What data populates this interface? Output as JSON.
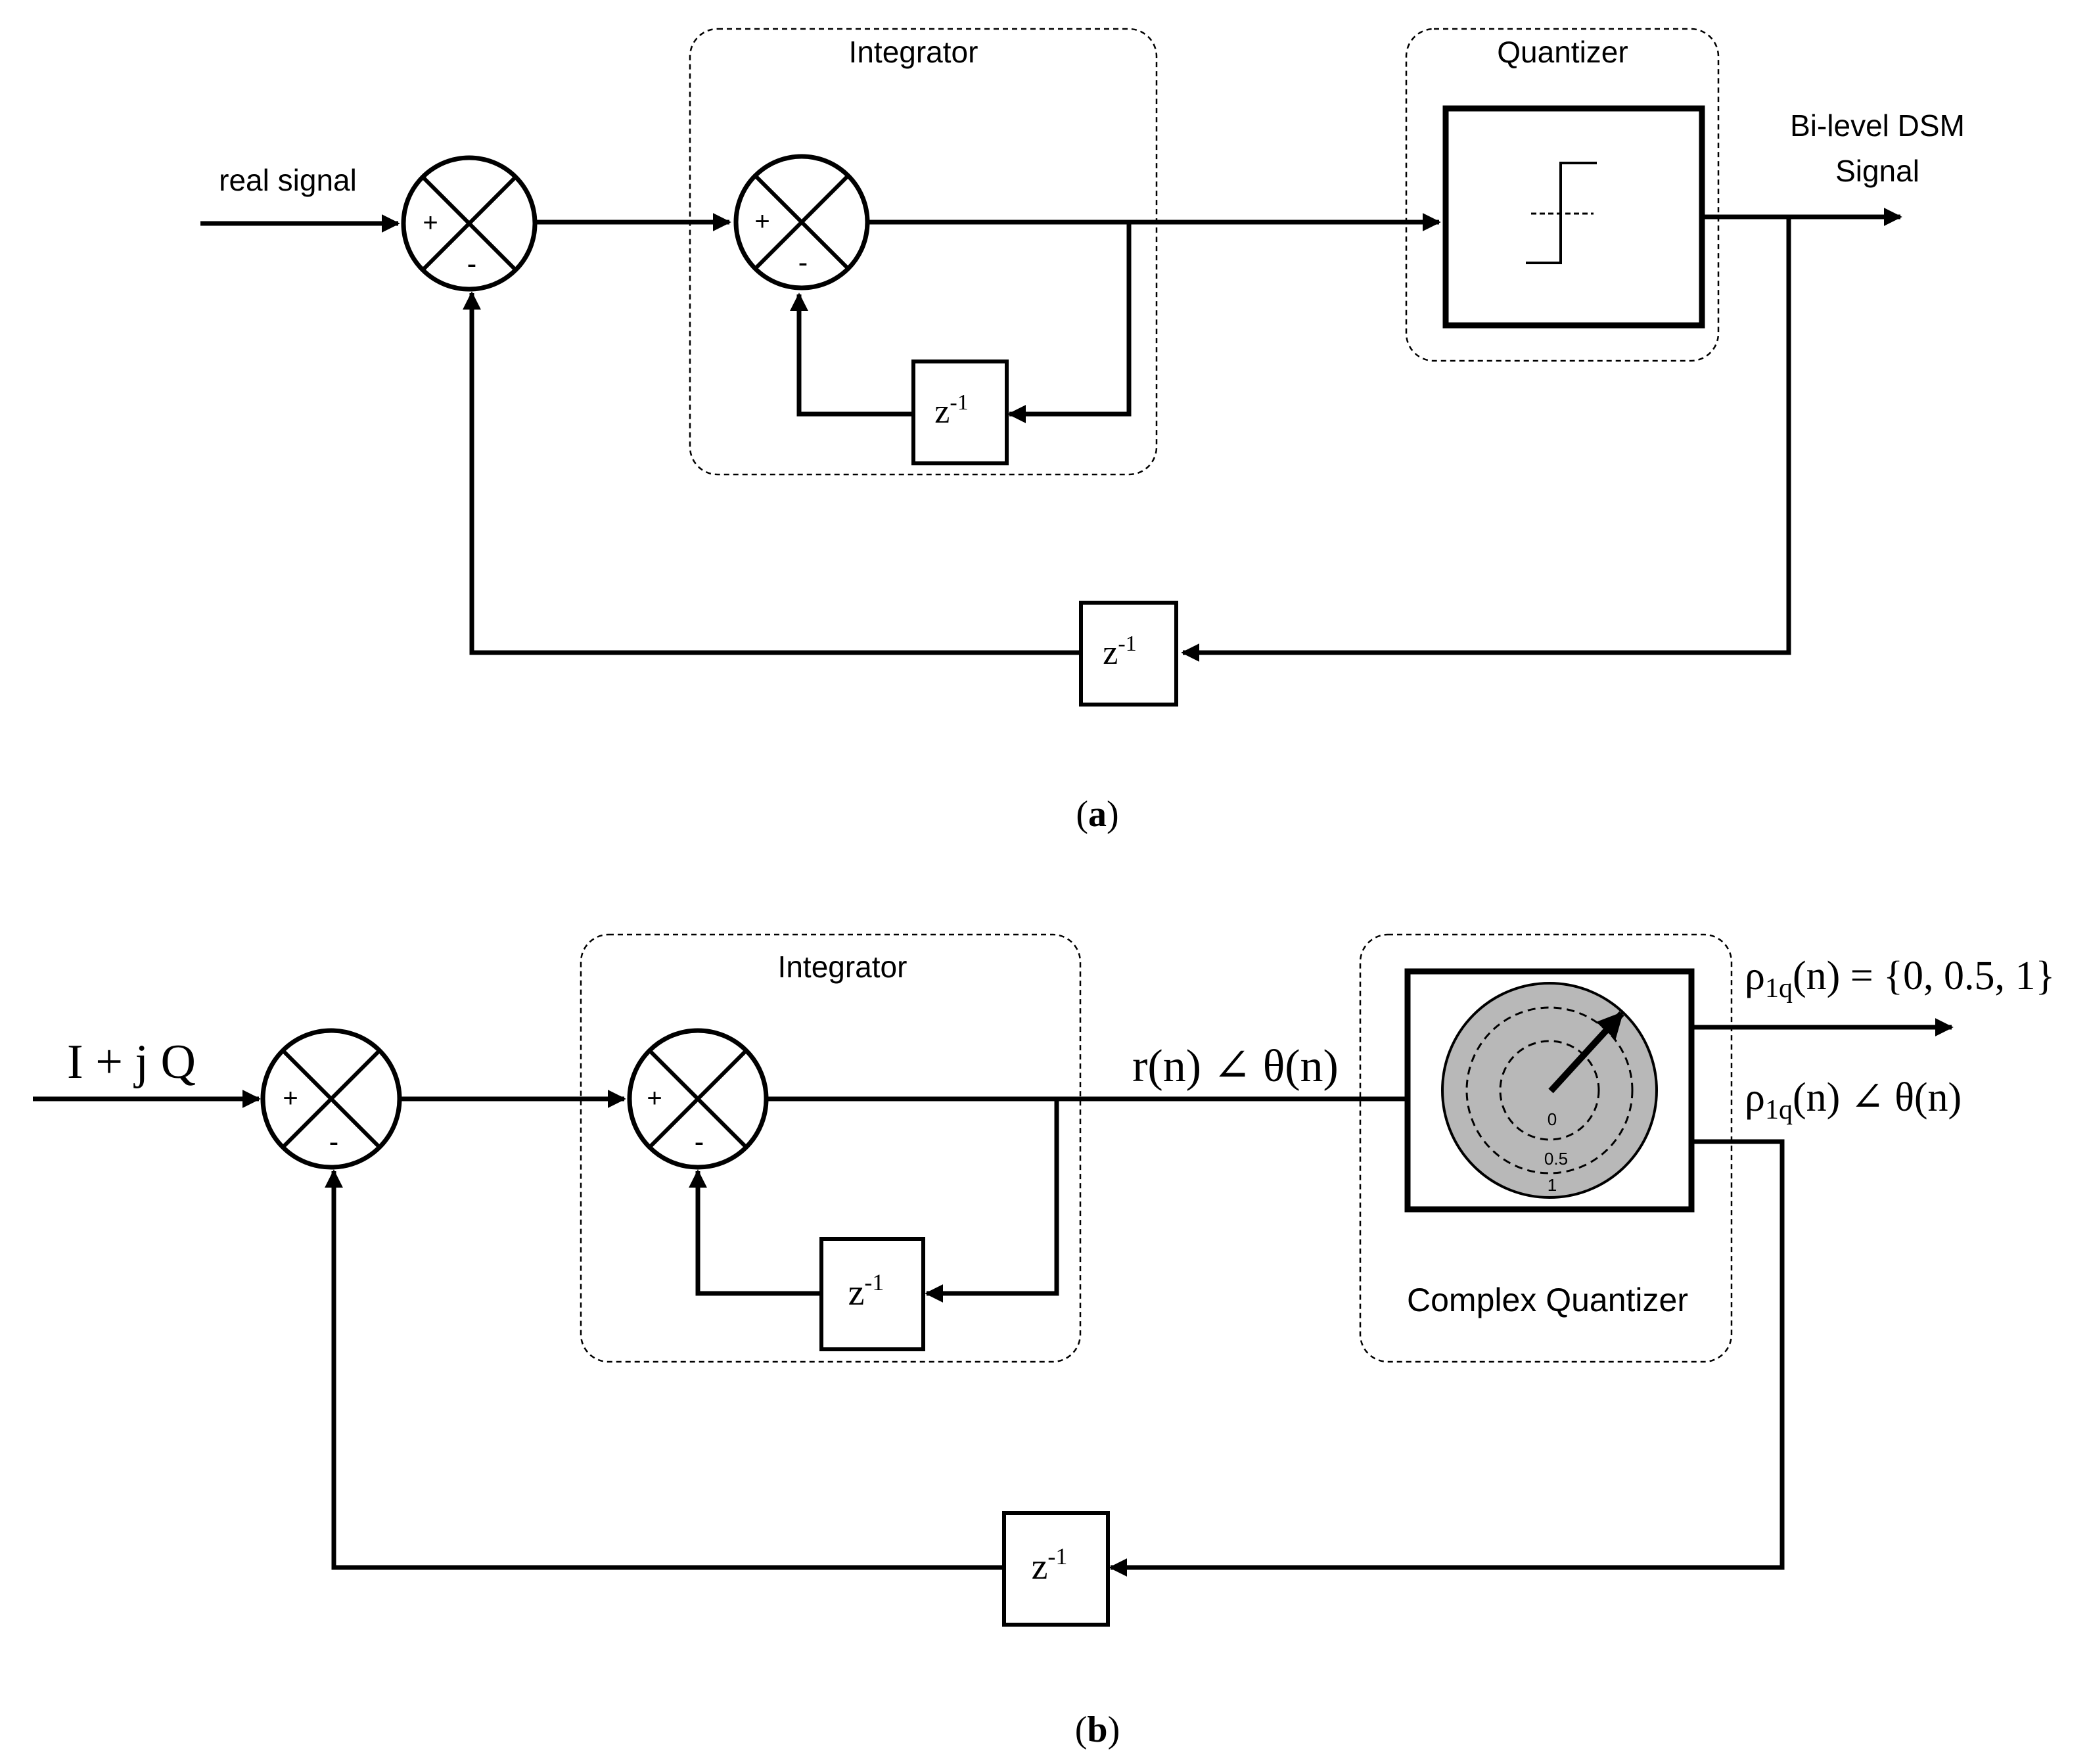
{
  "panel_a": {
    "caption_open": "(",
    "caption_letter": "a",
    "caption_close": ")",
    "input_label": "real signal",
    "integrator_label": "Integrator",
    "quantizer_label": "Quantizer",
    "output_label_line1": "Bi-level DSM",
    "output_label_line2": "Signal",
    "sum_plus": "+",
    "sum_minus": "-",
    "delay_z": "z",
    "delay_exp": "-1"
  },
  "panel_b": {
    "caption_open": "(",
    "caption_letter": "b",
    "caption_close": ")",
    "input_label": "I + j Q",
    "integrator_label": "Integrator",
    "quantizer_label": "Complex Quantizer",
    "mid_label": "r(n) ∠ θ(n)",
    "out1_rho": "ρ",
    "out1_sub": "1q",
    "out1_rest": "(n) = {0, 0.5, 1}",
    "out2_rho": "ρ",
    "out2_sub": "1q",
    "out2_rest": "(n) ∠ θ(n)",
    "ring_0": "0",
    "ring_05": "0.5",
    "ring_1": "1",
    "sum_plus": "+",
    "sum_minus": "-",
    "delay_z": "z",
    "delay_exp": "-1"
  },
  "colors": {
    "line": "#000000",
    "background": "#ffffff",
    "quantizer_disk": "#b8b8b8"
  }
}
